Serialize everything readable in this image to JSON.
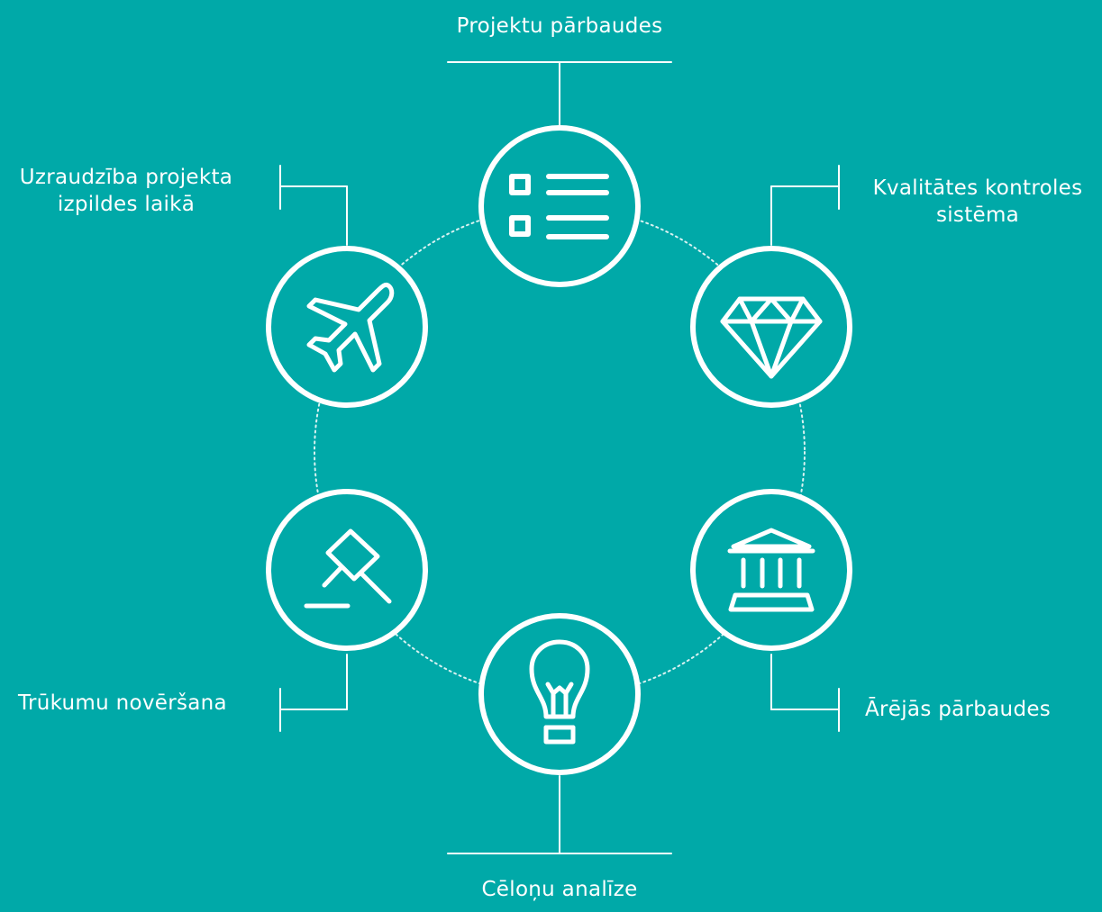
{
  "colors": {
    "background": "#00a9a8",
    "foreground": "#ffffff"
  },
  "nodes": [
    {
      "id": "top",
      "icon": "checklist-icon",
      "lines": [
        "Projektu pārbaudes"
      ]
    },
    {
      "id": "top-right",
      "icon": "diamond-icon",
      "lines": [
        "Kvalitātes kontroles",
        "sistēma"
      ]
    },
    {
      "id": "bottom-right",
      "icon": "bank-building-icon",
      "lines": [
        "Ārējās pārbaudes"
      ]
    },
    {
      "id": "bottom",
      "icon": "lightbulb-icon",
      "lines": [
        "Cēloņu analīze"
      ]
    },
    {
      "id": "bottom-left",
      "icon": "gavel-icon",
      "lines": [
        "Trūkumu novēršana"
      ]
    },
    {
      "id": "top-left",
      "icon": "airplane-icon",
      "lines": [
        "Uzraudzība projekta",
        "izpildes laikā"
      ]
    }
  ]
}
